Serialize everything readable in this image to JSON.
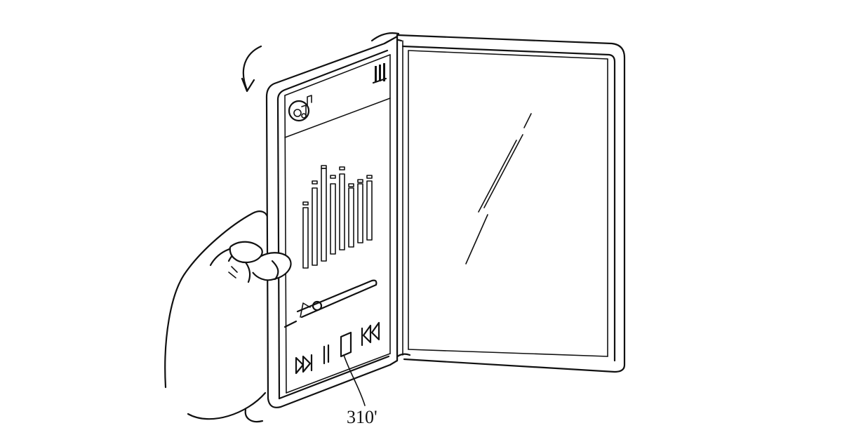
{
  "figure": {
    "reference_label": "310'"
  },
  "device": {
    "left_screen": {
      "header_icons": [
        "music-app-icon",
        "battery-icon"
      ],
      "equalizer_bar_count": 8,
      "seek_bar_position": 0.35,
      "controls": [
        "fast-forward-icon",
        "pause-icon",
        "stop-icon",
        "rewind-icon"
      ]
    },
    "right_screen": {
      "state": "blank"
    }
  },
  "colors": {
    "line": "#111111",
    "background": "#ffffff"
  }
}
